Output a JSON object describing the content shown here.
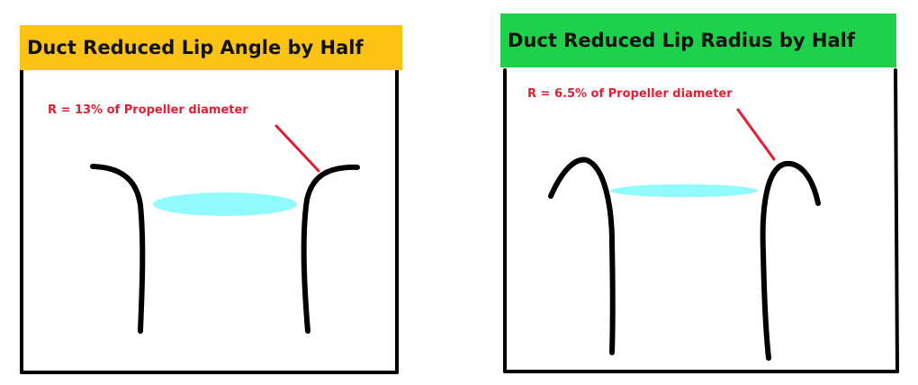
{
  "colors": {
    "left_title_bg": "#FDC314",
    "right_title_bg": "#1DD24A",
    "annotation": "#E11E32",
    "duct": "#000000",
    "propeller_disc": "#8FFBFD",
    "frame": "#000000"
  },
  "left_panel": {
    "title": "Duct Reduced Lip Angle by Half",
    "annotation": "R = 13% of Propeller diameter"
  },
  "right_panel": {
    "title": "Duct Reduced Lip Radius by Half",
    "annotation": "R = 6.5% of Propeller diameter"
  }
}
